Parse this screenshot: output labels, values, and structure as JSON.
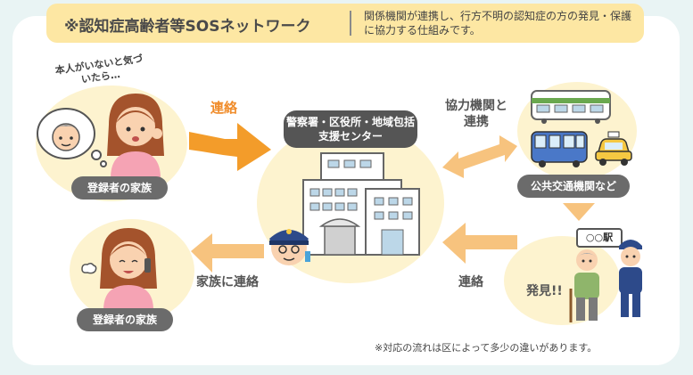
{
  "header": {
    "title": "※認知症高齢者等SOSネットワーク",
    "description": "関係機関が連携し、行方不明の認知症の方の発見・保護に協力する仕組みです。"
  },
  "nodes": {
    "family_top": {
      "label": "登録者の家族",
      "bubble_text": "本人がいないと気づいたら…"
    },
    "center": {
      "label": "警察署・区役所・地域包括支援センター"
    },
    "transport": {
      "label": "公共交通機関など",
      "station_sign": "○○駅"
    },
    "finder": {
      "label": "発見!!"
    },
    "family_bottom": {
      "label": "登録者の家族"
    }
  },
  "arrows": {
    "contact_top": "連絡",
    "cooperation": "協力機関と連携",
    "contact_right": "連絡",
    "contact_family": "家族に連絡"
  },
  "note": "※対応の流れは区によって多少の違いがあります。",
  "colors": {
    "header_bg": "#fde7a3",
    "blob": "#fdf3cf",
    "arrow_orange": "#f39c2a",
    "arrow_light": "#f7c37e",
    "tag": "#666666"
  },
  "icons": [
    "thought-bubble-icon",
    "worried-woman-icon",
    "building-icon",
    "police-officer-icon",
    "train-icon",
    "bus-icon",
    "taxi-icon",
    "elderly-man-icon",
    "station-staff-icon",
    "phone-woman-icon"
  ]
}
